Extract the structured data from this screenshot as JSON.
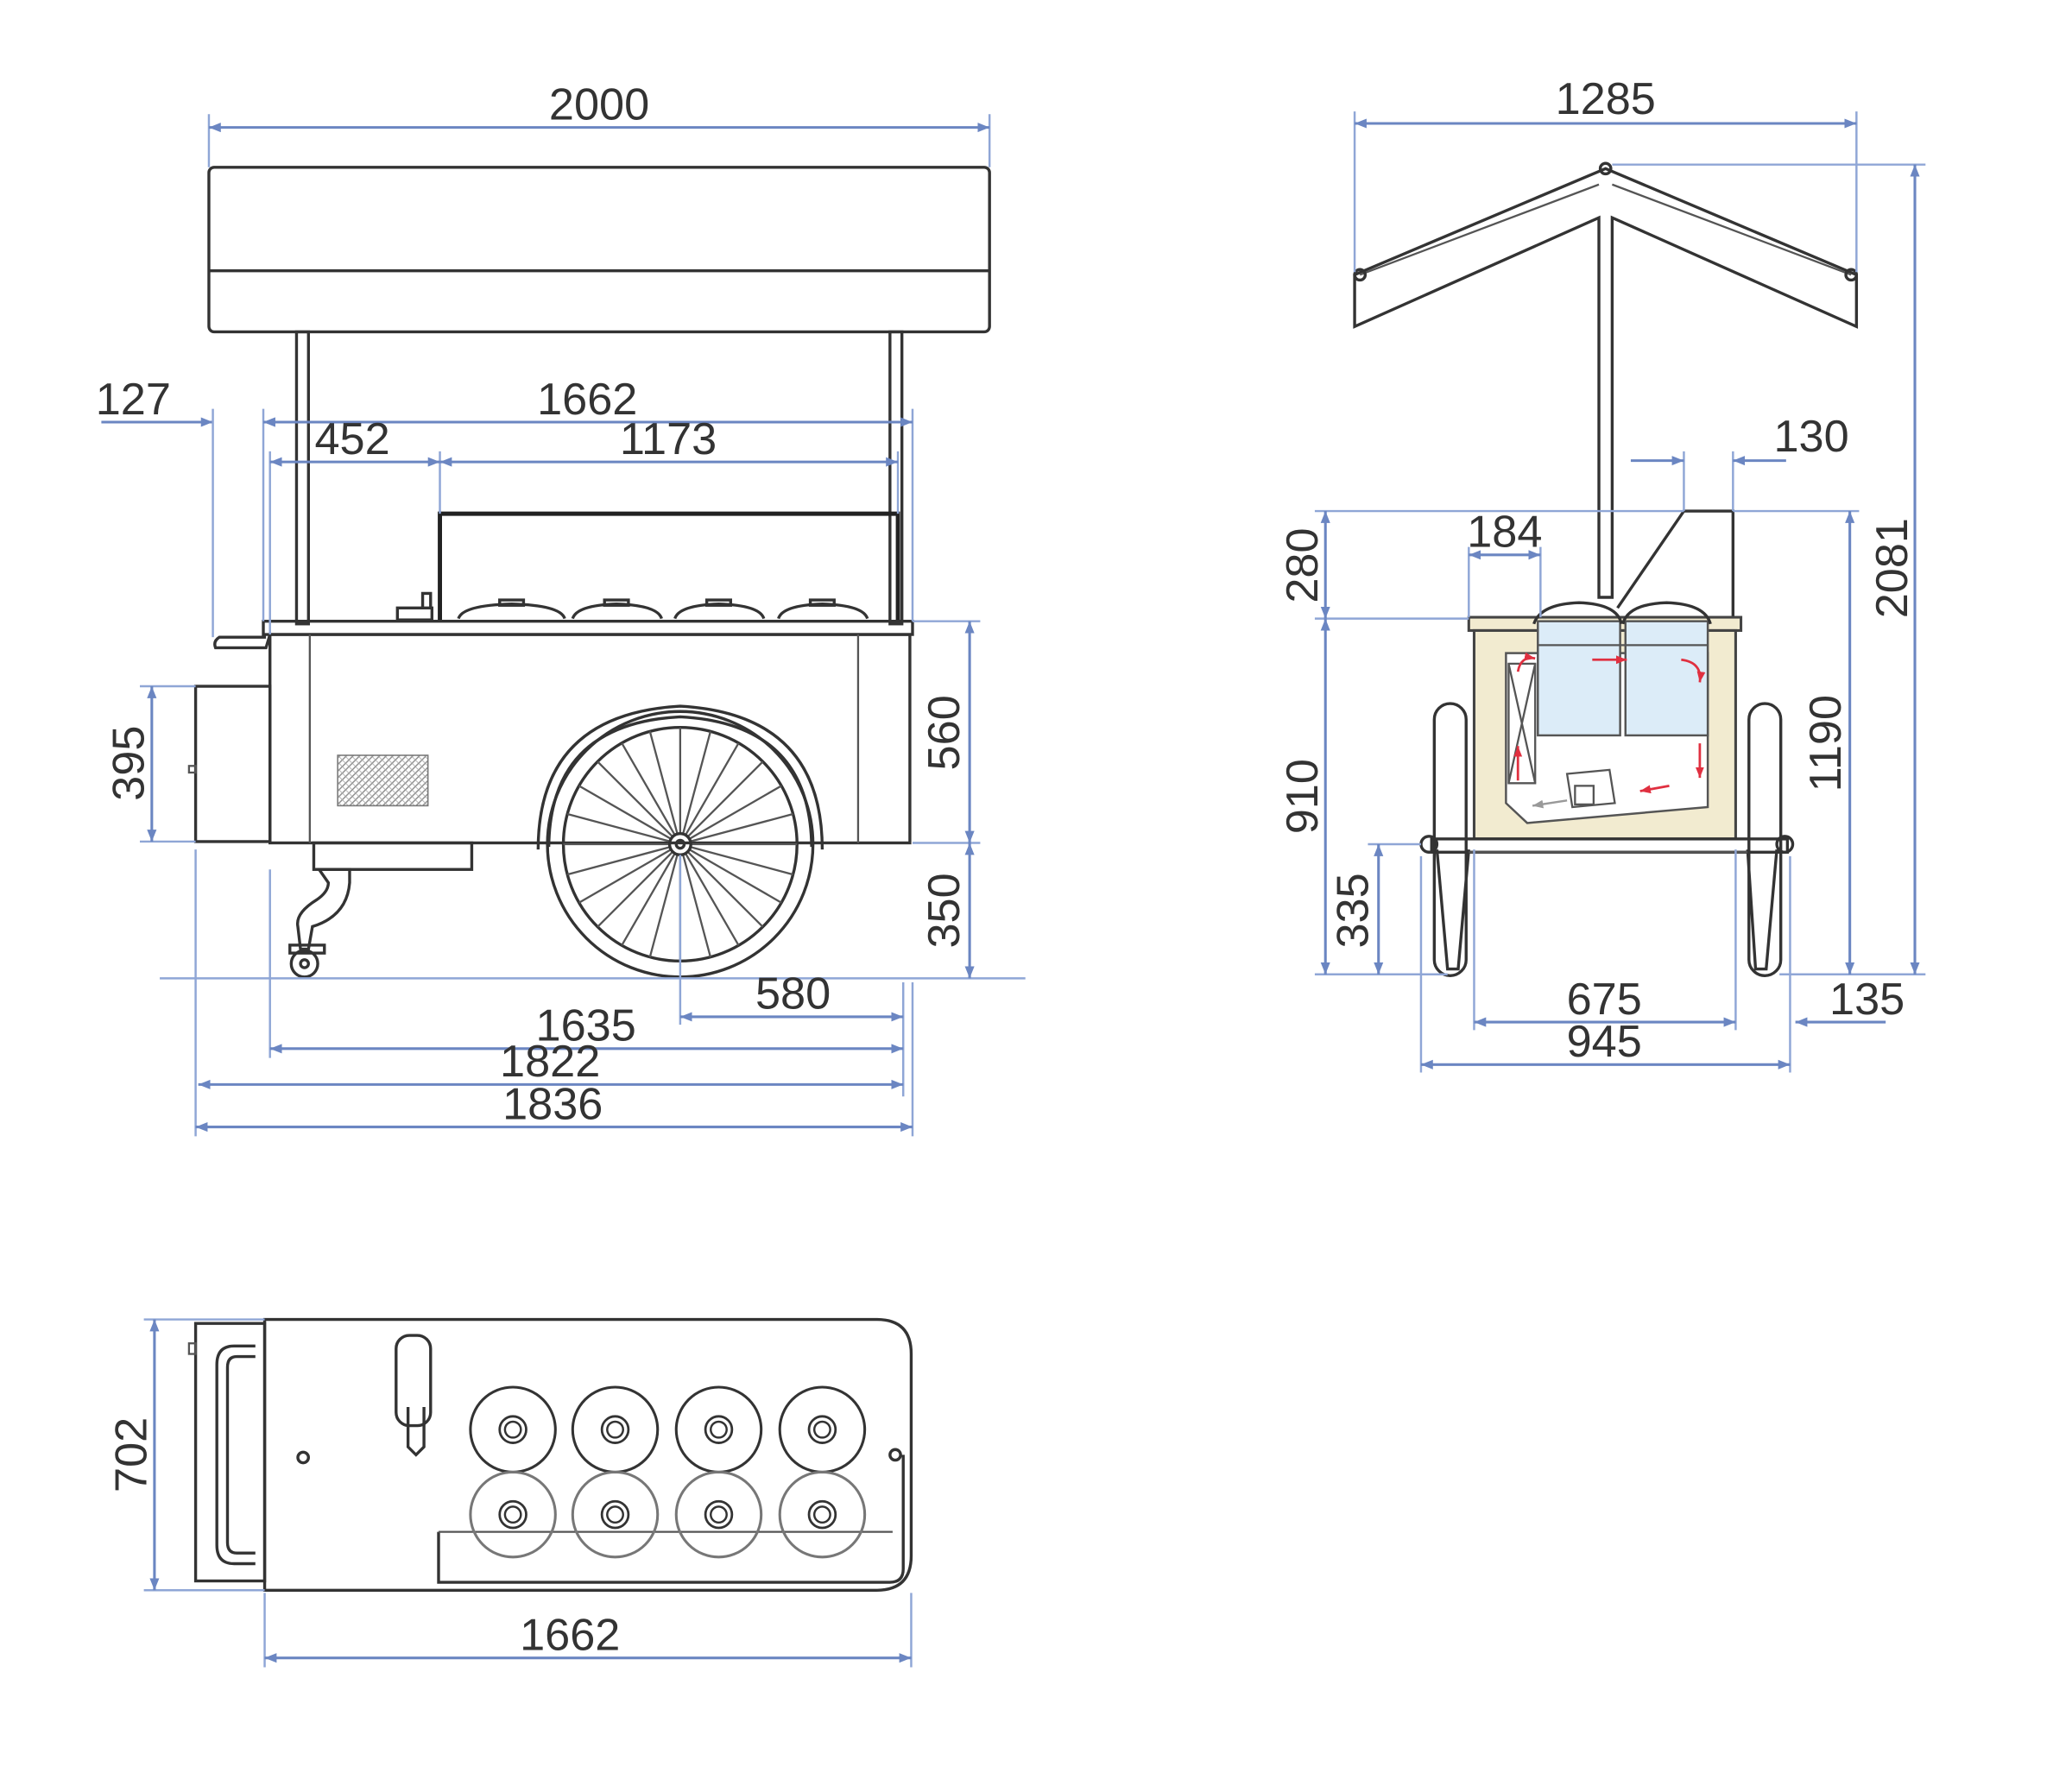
{
  "colors": {
    "line": "#333333",
    "dimension": "#6b86c2",
    "body_fill": "#f2ebd0",
    "glass_fill": "#dcecf8",
    "airflow_arrow": "#e03040"
  },
  "front_view": {
    "dims": {
      "canopy_width": "2000",
      "handle_offset": "127",
      "deck_length": "1662",
      "left_section": "452",
      "display_length": "1173",
      "tank_height": "395",
      "body_height": "560",
      "ground_clearance": "350",
      "wheel_offset": "580",
      "wheelbase": "1635",
      "length_no_handle": "1822",
      "overall_length": "1836"
    }
  },
  "side_view": {
    "dims": {
      "canopy_width": "1285",
      "glass_depth": "130",
      "glass_height": "280",
      "well_offset": "184",
      "overall_height": "2081",
      "counter_height": "1190",
      "body_height": "910",
      "axle_height": "335",
      "body_width": "675",
      "track_width": "945",
      "wheel_width": "135"
    }
  },
  "top_view": {
    "dims": {
      "depth": "702",
      "length": "1662"
    }
  }
}
